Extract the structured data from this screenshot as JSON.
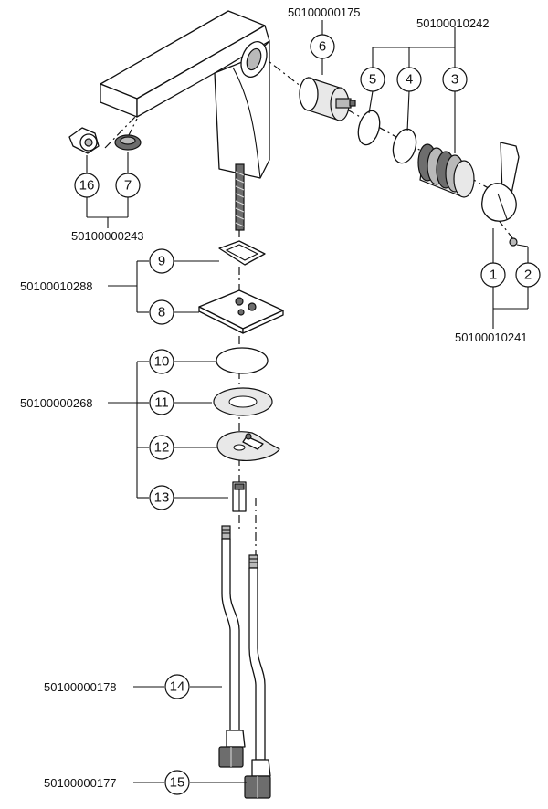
{
  "callouts": [
    "1",
    "2",
    "3",
    "4",
    "5",
    "6",
    "7",
    "8",
    "9",
    "10",
    "11",
    "12",
    "13",
    "14",
    "15",
    "16"
  ],
  "part_numbers": {
    "top_cartridge": "50100000175",
    "seal_kit": "50100010242",
    "aerator_kit": "50100000243",
    "fixing_kit_upper": "50100010288",
    "handle_kit": "50100010241",
    "fixing_kit_lower": "50100000268",
    "hose_long": "50100000178",
    "hose_short": "50100000177"
  },
  "colors": {
    "line": "#111111",
    "shade_dark": "#6d6d6d",
    "shade_mid": "#b9b9b9",
    "background": "#ffffff"
  }
}
